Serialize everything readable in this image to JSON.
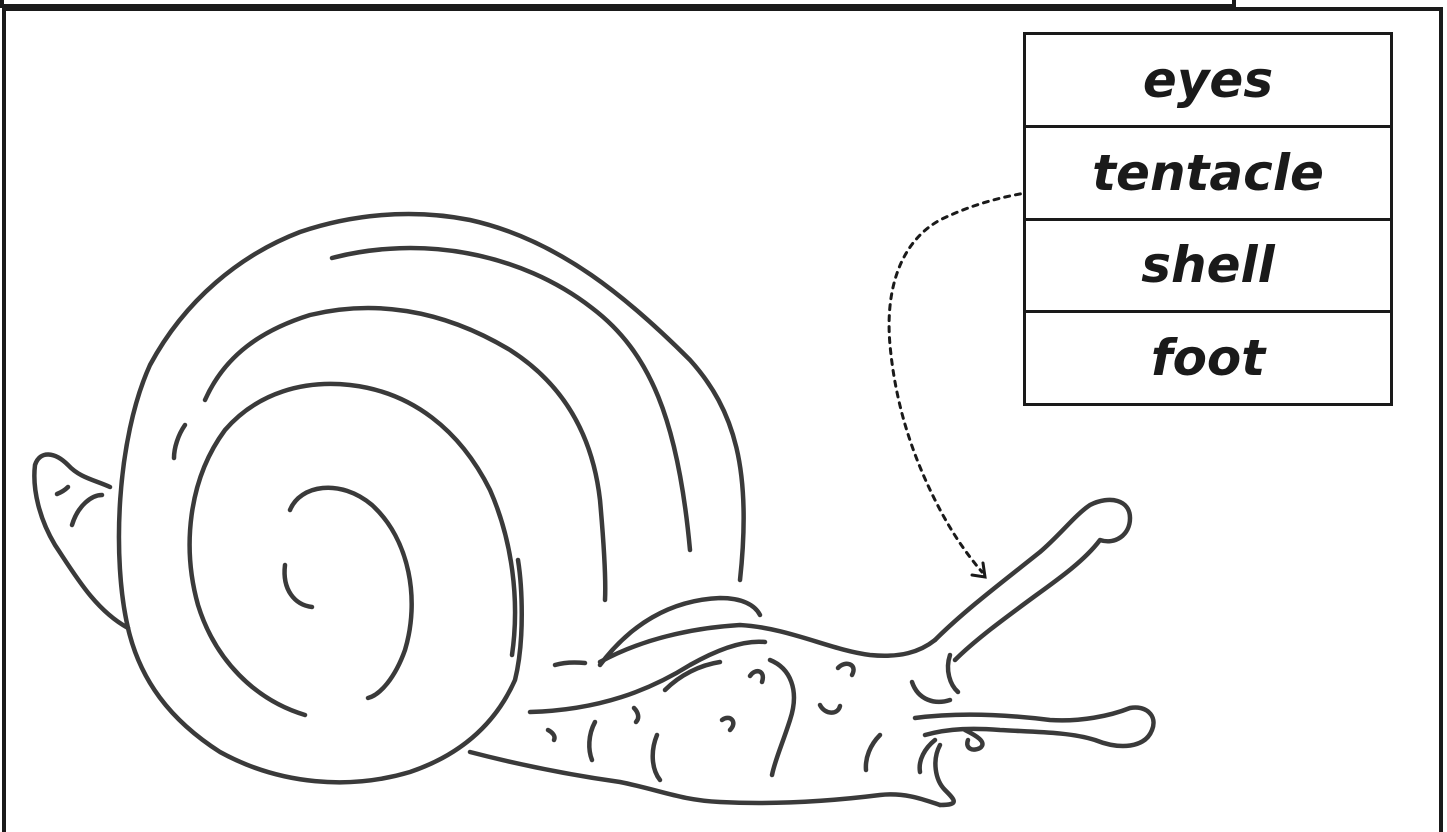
{
  "labels": {
    "items": [
      {
        "text": "eyes"
      },
      {
        "text": "tentacle"
      },
      {
        "text": "shell"
      },
      {
        "text": "foot"
      }
    ]
  },
  "drawing": {
    "subject": "snail",
    "stroke_color": "#3a3a3a",
    "arrow_color": "#1a1a1a"
  }
}
